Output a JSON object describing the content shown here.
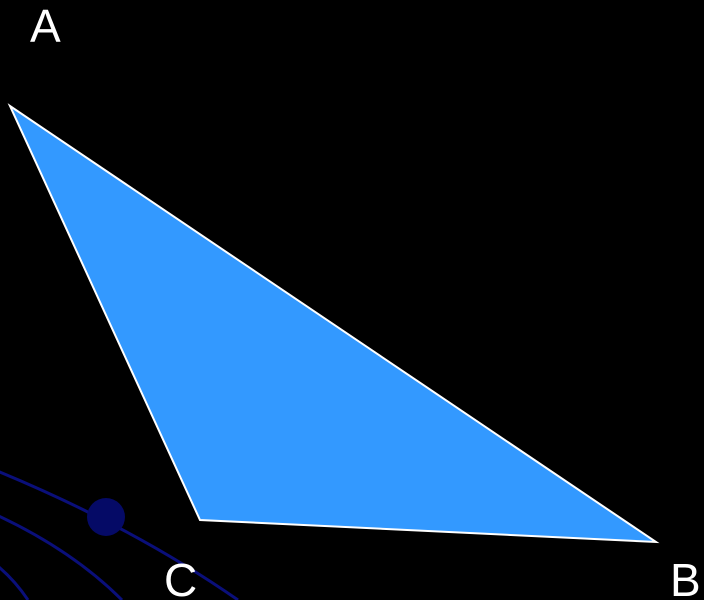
{
  "colors": {
    "background": "#000000",
    "triangle_fill": "#3399ff",
    "triangle_stroke": "#ffffff",
    "label": "#ffffff",
    "arc_lines": "#0a0f7a",
    "dot": "#050a66"
  },
  "triangle": {
    "vertices": [
      {
        "name": "A",
        "label": "A"
      },
      {
        "name": "B",
        "label": "B"
      },
      {
        "name": "C",
        "label": "C"
      }
    ]
  }
}
